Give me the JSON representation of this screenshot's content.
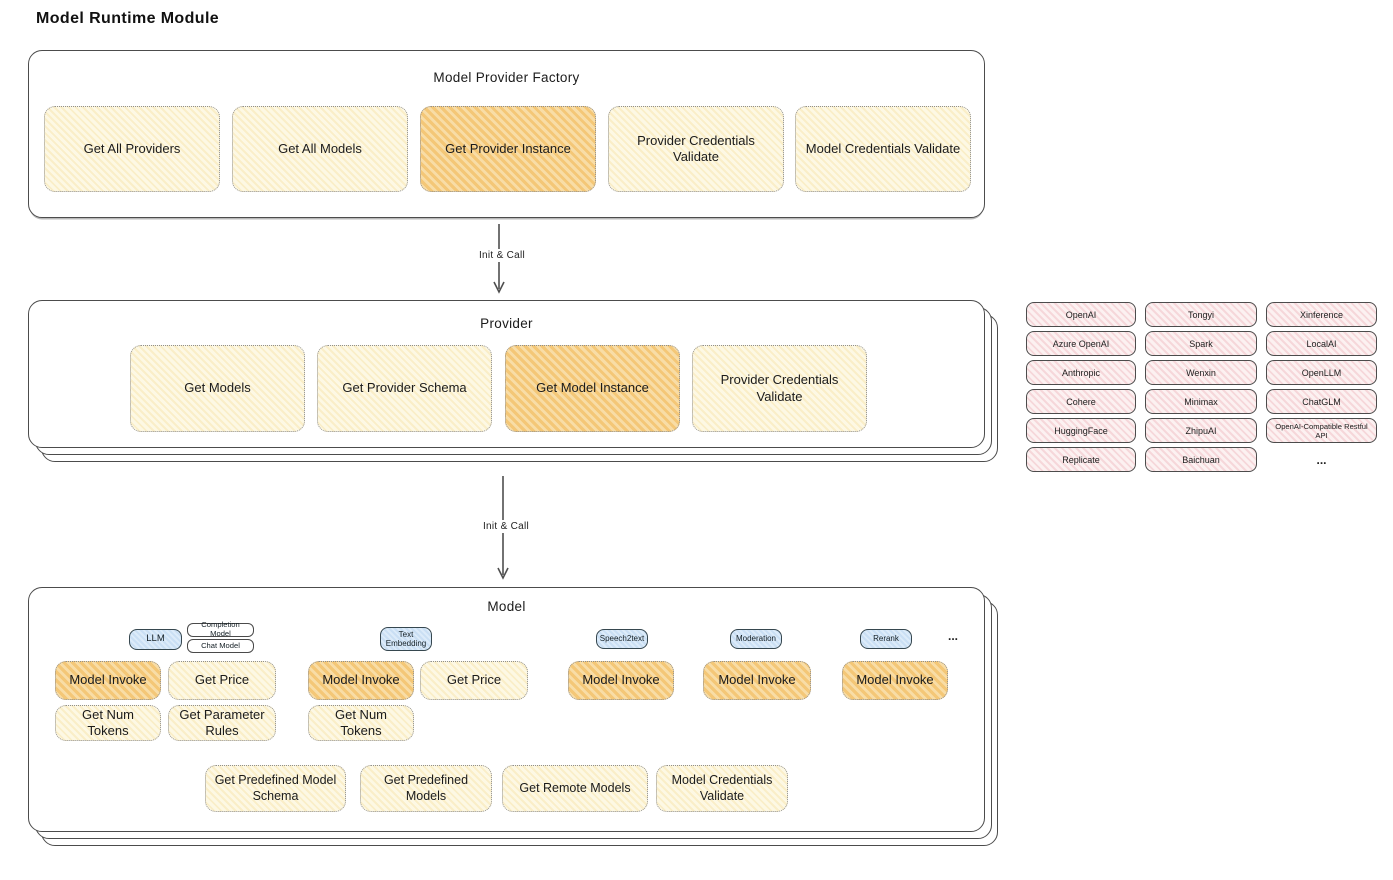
{
  "title": "Model Runtime Module",
  "arrows": {
    "label1": "Init & Call",
    "label2": "Init & Call"
  },
  "colors": {
    "highlight_fill": "#f7d89c",
    "light_fill": "#fdf8e4",
    "pink_fill": "#fcf1f1",
    "blue_fill": "#dcebf9",
    "border": "#4c4c4c"
  },
  "factory": {
    "title": "Model Provider Factory",
    "items": [
      "Get All Providers",
      "Get All Models",
      "Get Provider Instance",
      "Provider Credentials Validate",
      "Model Credentials Validate"
    ]
  },
  "provider": {
    "title": "Provider",
    "items": [
      "Get Models",
      "Get Provider Schema",
      "Get Model Instance",
      "Provider Credentials Validate"
    ]
  },
  "grid": {
    "r0": [
      "OpenAI",
      "Tongyi",
      "Xinference"
    ],
    "r1": [
      "Azure OpenAI",
      "Spark",
      "LocalAI"
    ],
    "r2": [
      "Anthropic",
      "Wenxin",
      "OpenLLM"
    ],
    "r3": [
      "Cohere",
      "Minimax",
      "ChatGLM"
    ],
    "r4": [
      "HuggingFace",
      "ZhipuAI",
      "OpenAI-Compatible Restful API"
    ],
    "r5": [
      "Replicate",
      "Baichuan",
      "..."
    ]
  },
  "model": {
    "title": "Model",
    "tags": {
      "llm": "LLM",
      "completion": "Completion Model",
      "chat": "Chat Model",
      "text_embedding": "Text Embedding",
      "speech2text": "Speech2text",
      "moderation": "Moderation",
      "rerank": "Rerank",
      "more": "..."
    },
    "functions": {
      "model_invoke": "Model Invoke",
      "get_price": "Get Price",
      "get_num_tokens": "Get Num Tokens",
      "get_parameter_rules": "Get Parameter Rules",
      "get_predefined_model_schema": "Get Predefined Model Schema",
      "get_predefined_models": "Get Predefined Models",
      "get_remote_models": "Get Remote Models",
      "model_credentials_validate": "Model Credentials Validate"
    }
  }
}
